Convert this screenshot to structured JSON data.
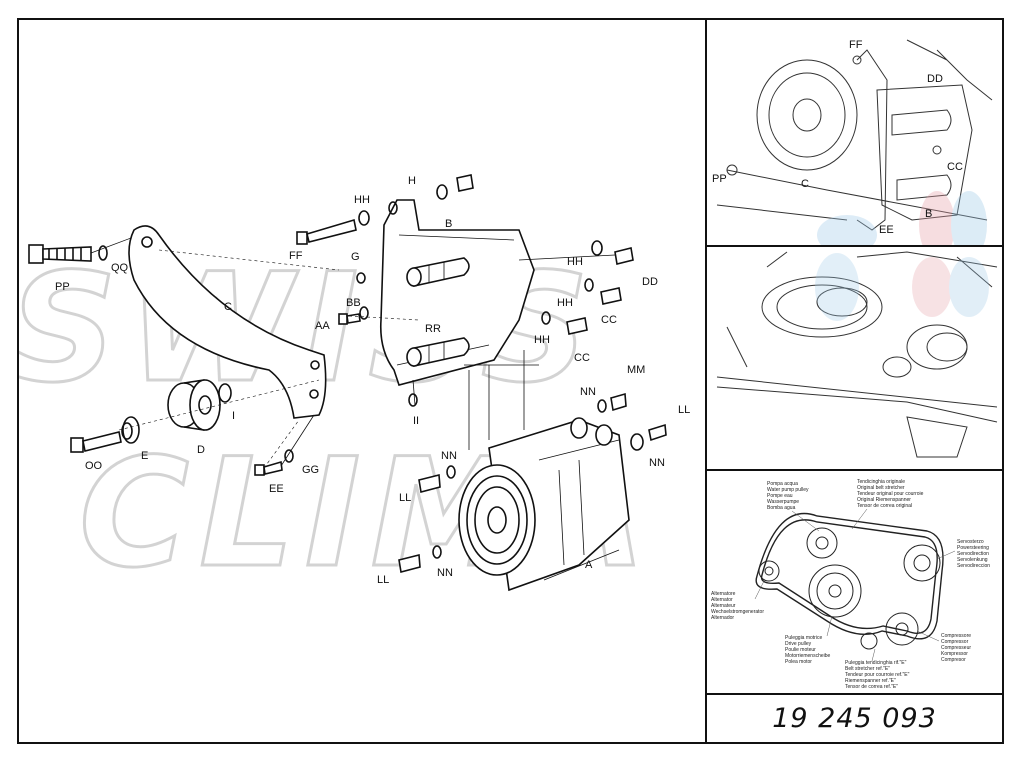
{
  "part_number": "19 245 093",
  "watermark": {
    "line1": "SWISS",
    "line2": "CLIMA"
  },
  "part_labels": {
    "A": "A",
    "B": "B",
    "C": "C",
    "D": "D",
    "E": "E",
    "G": "G",
    "H": "H",
    "I": "I",
    "II": "II",
    "AA": "AA",
    "BB": "BB",
    "CC": "CC",
    "DD": "DD",
    "EE": "EE",
    "FF": "FF",
    "GG": "GG",
    "HH": "HH",
    "LL": "LL",
    "MM": "MM",
    "NN": "NN",
    "OO": "OO",
    "PP": "PP",
    "QQ": "QQ",
    "RR": "RR"
  },
  "belt_legend": {
    "water_pump": [
      "Pompa acqua",
      "Water pump pulley",
      "Pompe eau",
      "Wasserpumpe",
      "Bomba agua"
    ],
    "belt_stretcher": [
      "Tendicinghia originale",
      "Original belt stretcher",
      "Tendeur original pour courroie",
      "Original Riemenspanner",
      "Tensor de correa original"
    ],
    "power_steering": [
      "Servosterzo",
      "Powersteering",
      "Servodirection",
      "Servolenkung",
      "Servodireccion"
    ],
    "alternator": [
      "Alternatore",
      "Alternator",
      "Alternateur",
      "Wechselstromgenerator",
      "Alternador"
    ],
    "drive_pulley": [
      "Puleggia motrice",
      "Drive pulley",
      "Poulie moteur",
      "Motorriemenscheibe",
      "Polea motor"
    ],
    "compressor": [
      "Compressore",
      "Compressor",
      "Compresseur",
      "Kompressor",
      "Compresor"
    ],
    "stretcher_e": [
      "Puleggia tendicinghia rif.\"E\"",
      "Belt stretcher ref.\"E\"",
      "Tendeur pour courroie ref.\"E\"",
      "Riemenspanner ref.\"E\"",
      "Tensor de correa ref.\"E\""
    ]
  }
}
